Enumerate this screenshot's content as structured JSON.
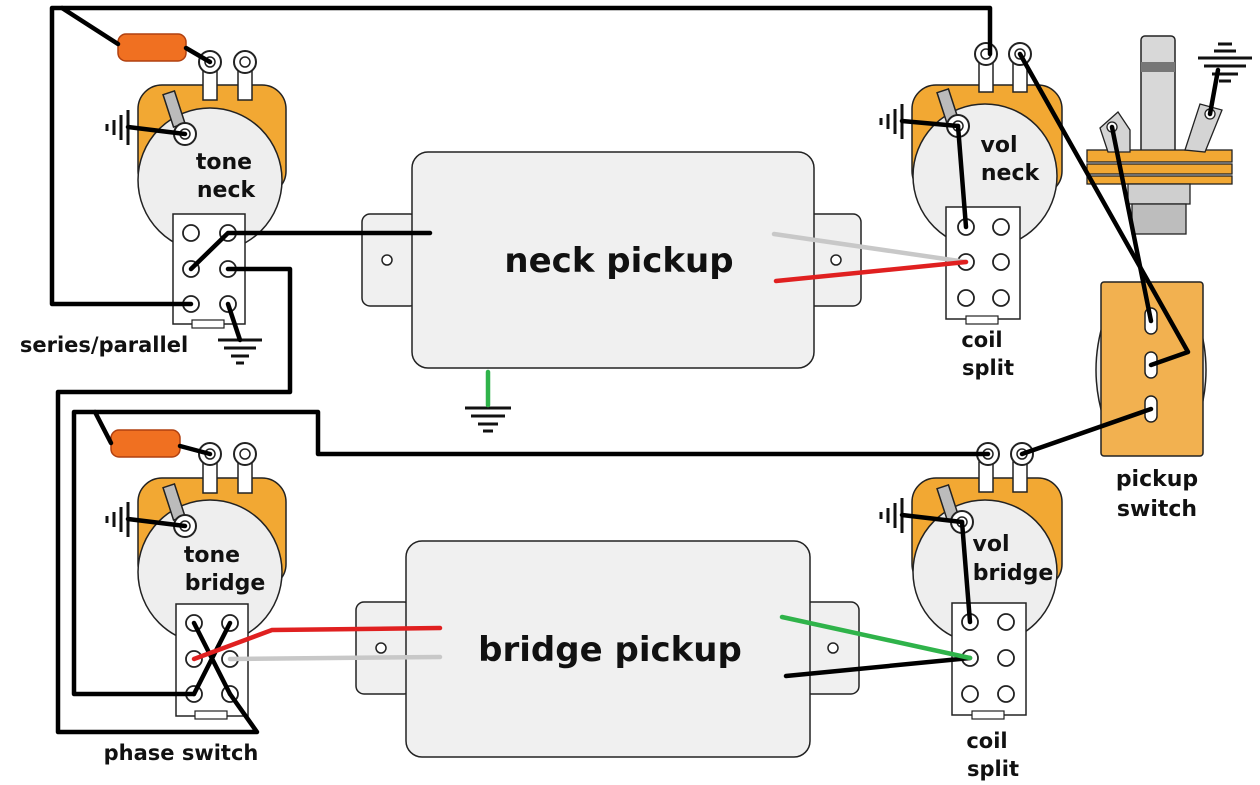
{
  "labels": {
    "tone_neck_1": "tone",
    "tone_neck_2": "neck",
    "vol_neck_1": "vol",
    "vol_neck_2": "neck",
    "tone_bridge_1": "tone",
    "tone_bridge_2": "bridge",
    "vol_bridge_1": "vol",
    "vol_bridge_2": "bridge",
    "neck_pickup": "neck pickup",
    "bridge_pickup": "bridge pickup",
    "series_parallel": "series/parallel",
    "phase_switch": "phase switch",
    "coil_split_top_1": "coil",
    "coil_split_top_2": "split",
    "coil_split_bottom_1": "coil",
    "coil_split_bottom_2": "split",
    "pickup_switch_1": "pickup",
    "pickup_switch_2": "switch"
  },
  "colors": {
    "wire_black": "#000000",
    "wire_red": "#e02020",
    "wire_green": "#2fb34a",
    "wire_gray": "#c8c8c8",
    "pot_body": "#f2a833",
    "capacitor": "#f07021",
    "pickup_fill": "#f0f0f0",
    "pickup_switch_body": "#f2b150"
  }
}
